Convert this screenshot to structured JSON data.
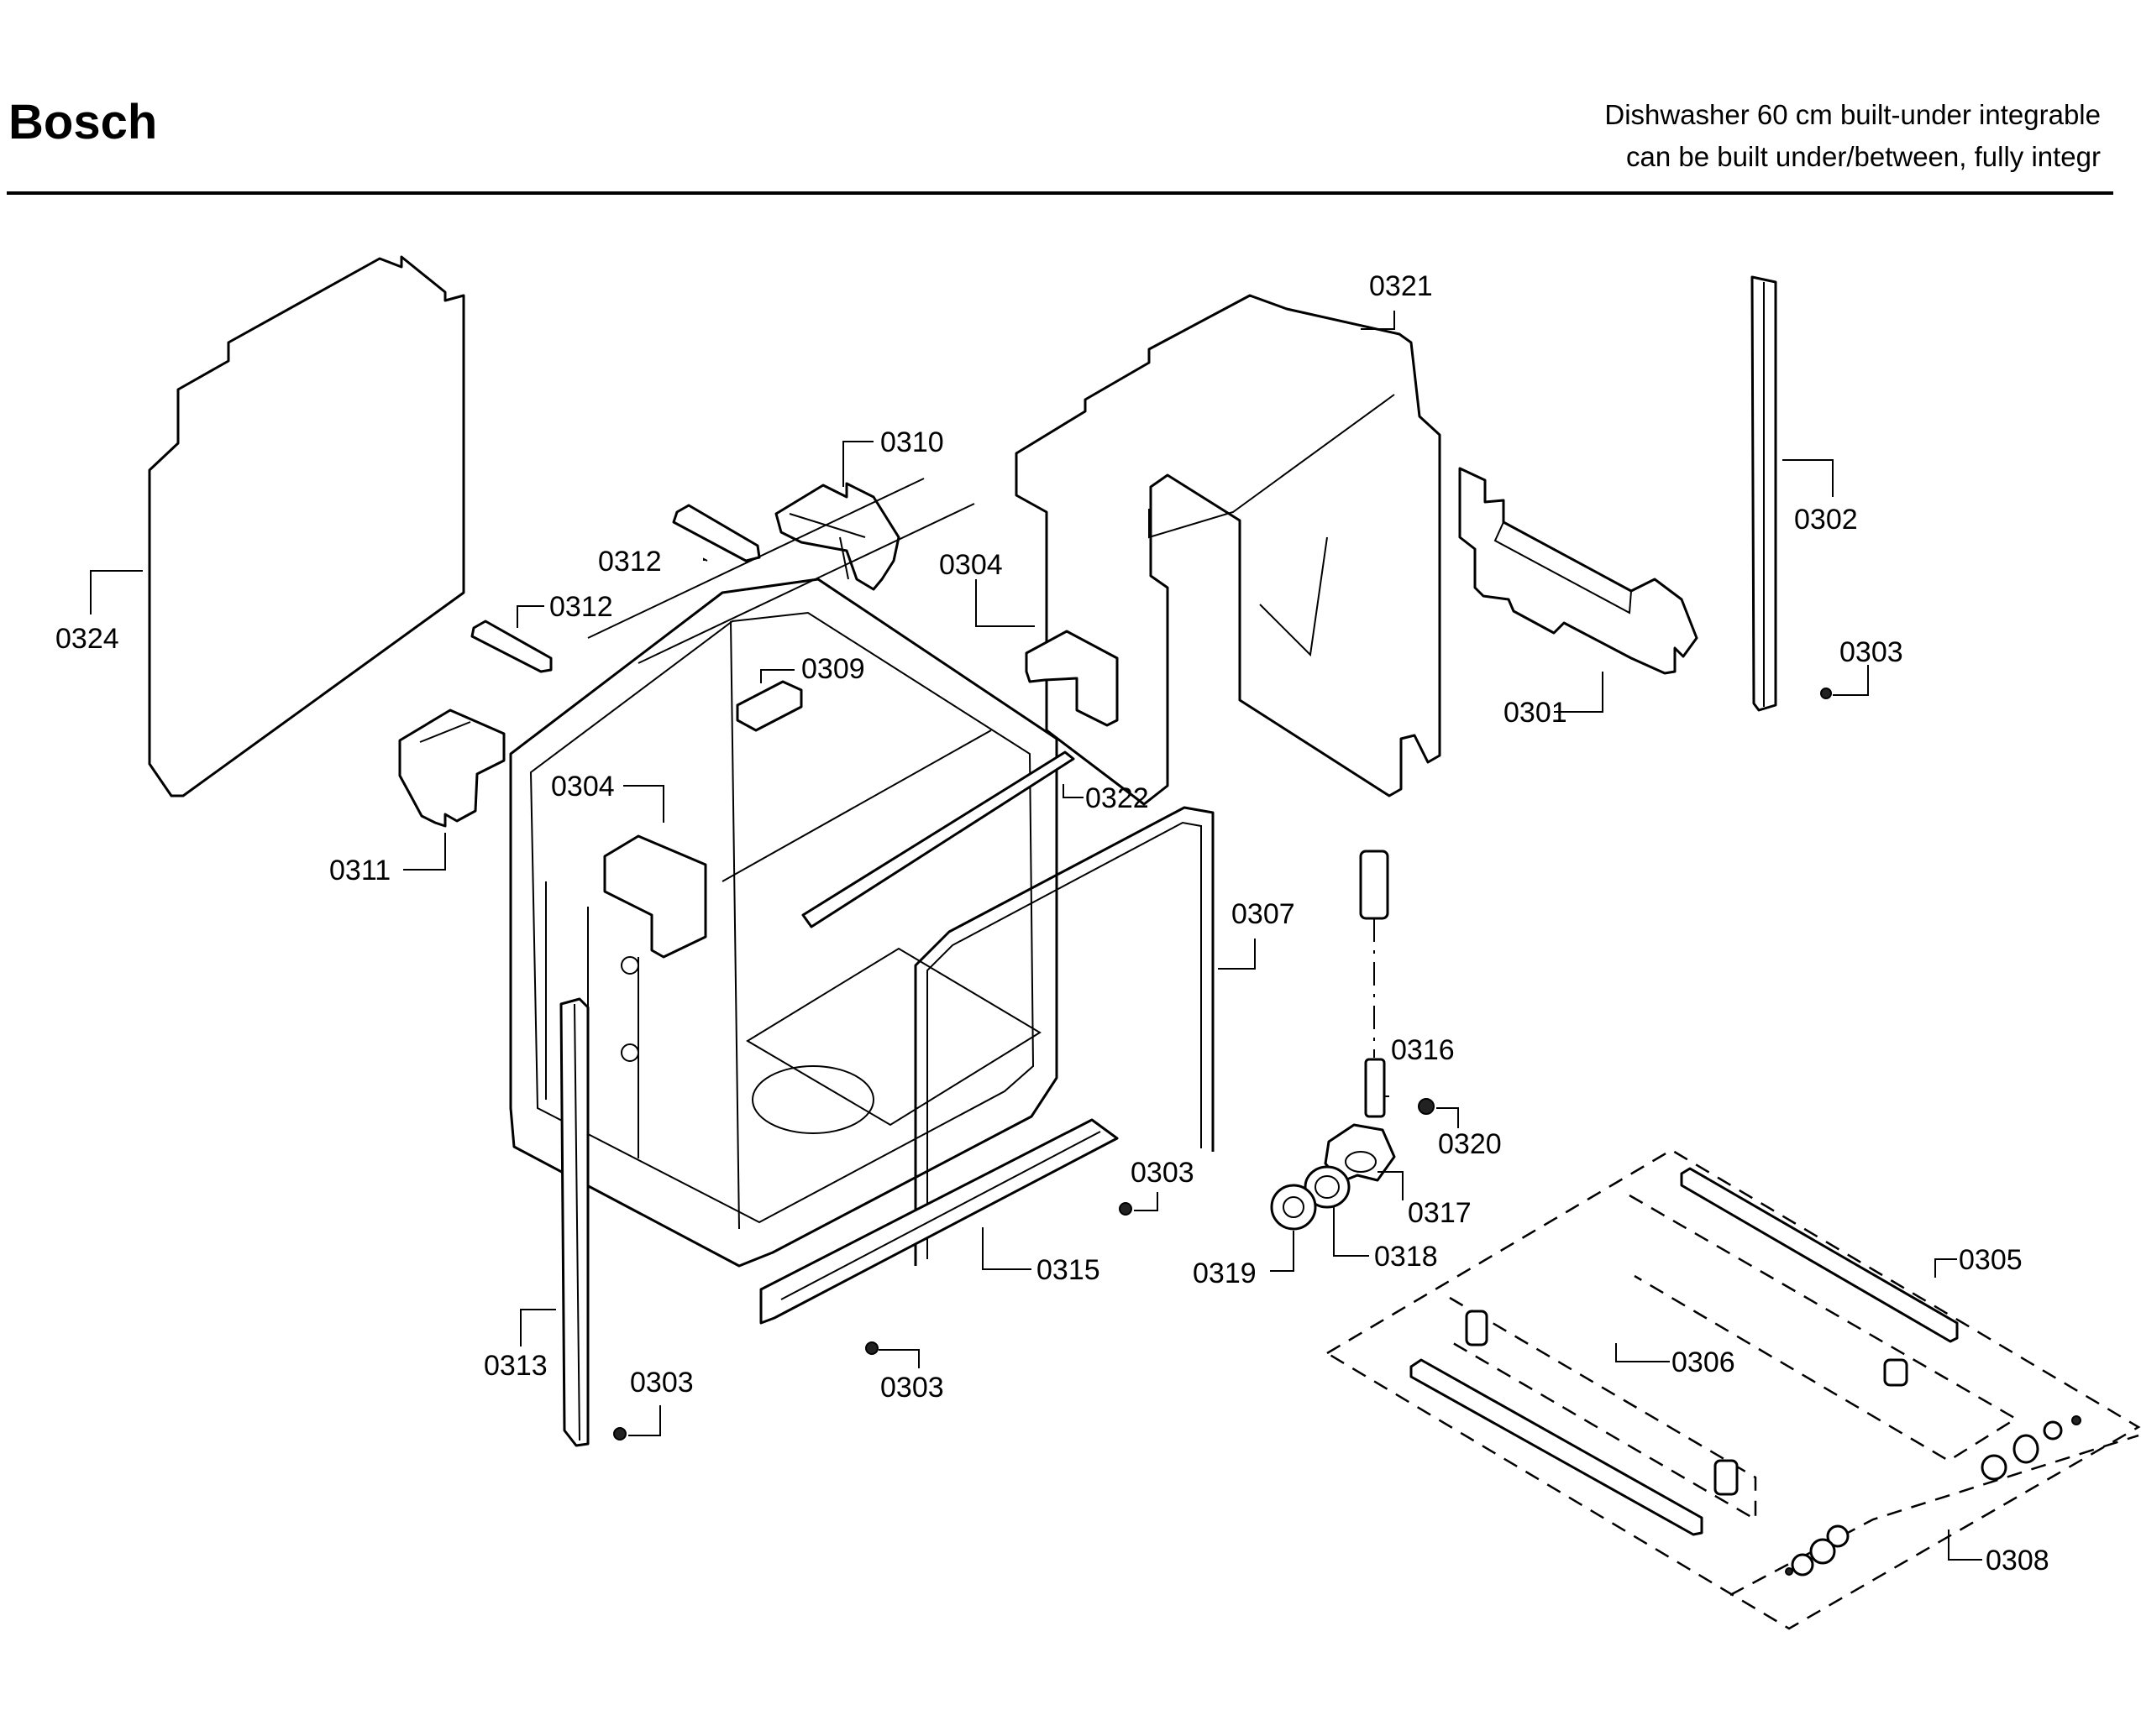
{
  "header": {
    "brand": "Bosch",
    "subtitle_line1": "Dishwasher 60 cm built-under integrable",
    "subtitle_line2": "can be built under/between, fully integr"
  },
  "callouts": {
    "c0301": "0301",
    "c0302": "0302",
    "c0303_right": "0303",
    "c0303_center": "0303",
    "c0303_bottom_mid": "0303",
    "c0303_bottom_left": "0303",
    "c0304_left": "0304",
    "c0304_right": "0304",
    "c0305": "0305",
    "c0306": "0306",
    "c0307": "0307",
    "c0308": "0308",
    "c0309": "0309",
    "c0310": "0310",
    "c0311": "0311",
    "c0312_upper": "0312",
    "c0312_lower": "0312",
    "c0313": "0313",
    "c0315": "0315",
    "c0316": "0316",
    "c0317": "0317",
    "c0318": "0318",
    "c0319": "0319",
    "c0320": "0320",
    "c0321": "0321",
    "c0322": "0322",
    "c0324": "0324"
  }
}
